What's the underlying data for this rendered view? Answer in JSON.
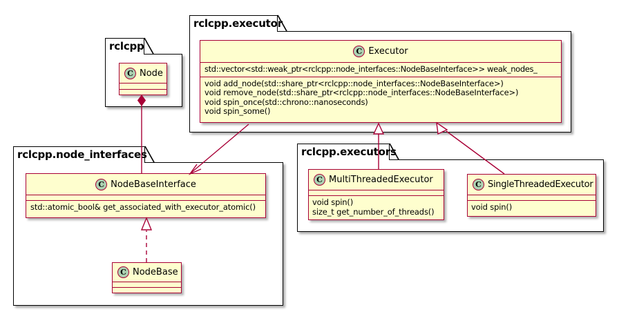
{
  "diagram": {
    "kind": "uml-class-diagram",
    "background": "#ffffff",
    "class_fill": "#fefece",
    "class_border": "#a80036",
    "icon_fill": "#ADD1B2",
    "line_color": "#a80036",
    "package_border": "#000000"
  },
  "packages": [
    {
      "id": "rclcpp",
      "label": "rclcpp"
    },
    {
      "id": "rclcpp_executor",
      "label": "rclcpp.executor"
    },
    {
      "id": "rclcpp_node_interfaces",
      "label": "rclcpp.node_interfaces"
    },
    {
      "id": "rclcpp_executors",
      "label": "rclcpp.executors"
    }
  ],
  "classes": {
    "node": {
      "stereotype": "C",
      "name": "Node",
      "attributes": [],
      "methods": []
    },
    "executor": {
      "stereotype": "C",
      "name": "Executor",
      "attributes": [
        "std::vector<std::weak_ptr<rclcpp::node_interfaces::NodeBaseInterface>> weak_nodes_"
      ],
      "methods": [
        "void add_node(std::share_ptr<rclcpp::node_interfaces::NodeBaseInterface>)",
        "void remove_node(std::share_ptr<rclcpp::node_interfaces::NodeBaseInterface>)",
        "void spin_once(std::chrono::nanoseconds)",
        "void spin_some()"
      ]
    },
    "node_base_interface": {
      "stereotype": "C",
      "name": "NodeBaseInterface",
      "attributes": [],
      "methods": [
        "std::atomic_bool& get_associated_with_executor_atomic()"
      ]
    },
    "node_base": {
      "stereotype": "C",
      "name": "NodeBase",
      "attributes": [],
      "methods": []
    },
    "multi_threaded_executor": {
      "stereotype": "C",
      "name": "MultiThreadedExecutor",
      "attributes": [],
      "methods": [
        "void spin()",
        "size_t get_number_of_threads()"
      ]
    },
    "single_threaded_executor": {
      "stereotype": "C",
      "name": "SingleThreadedExecutor",
      "attributes": [],
      "methods": [
        "void spin()"
      ]
    }
  },
  "relationships": [
    {
      "id": "node-composes-nodebaseinterface",
      "from": "Node",
      "to": "NodeBaseInterface",
      "type": "composition"
    },
    {
      "id": "executor-uses-nodebaseinterface",
      "from": "Executor",
      "to": "NodeBaseInterface",
      "type": "association"
    },
    {
      "id": "nodebase-realizes-nodebaseinterface",
      "from": "NodeBase",
      "to": "NodeBaseInterface",
      "type": "realization"
    },
    {
      "id": "multithreadedexecutor-extends-executor",
      "from": "MultiThreadedExecutor",
      "to": "Executor",
      "type": "inheritance"
    },
    {
      "id": "singlethreadedexecutor-extends-executor",
      "from": "SingleThreadedExecutor",
      "to": "Executor",
      "type": "inheritance"
    }
  ]
}
